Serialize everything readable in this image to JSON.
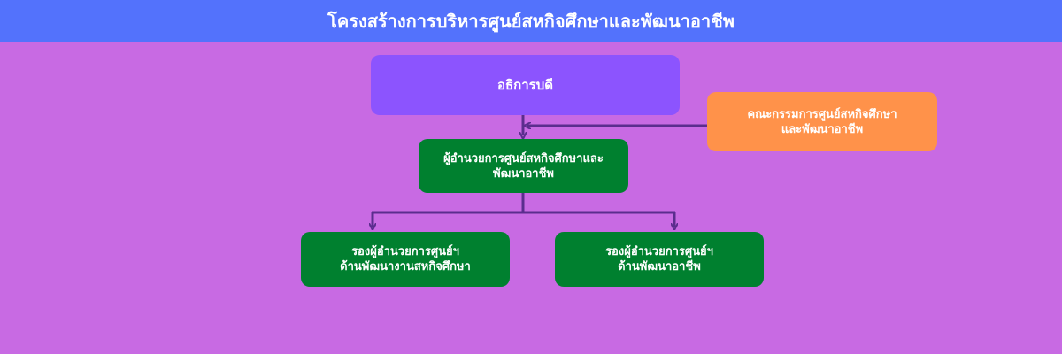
{
  "title": "โครงสร้างการบริหารศูนย์สหกิจศึกษาและพัฒนาอาชีพ",
  "nodes": {
    "director": {
      "lines": [
        "อธิการบดี"
      ]
    },
    "committee": {
      "lines": [
        "คณะกรรมการศูนย์สหกิจศึกษา",
        "และพัฒนาอาชีพ"
      ]
    },
    "head": {
      "lines": [
        "ผู้อำนวยการศูนย์สหกิจศึกษาและ",
        "พัฒนาอาชีพ"
      ]
    },
    "deputy_left": {
      "lines": [
        "รองผู้อำนวยการศูนย์ฯ",
        "ด้านพัฒนางานสหกิจศึกษา"
      ]
    },
    "deputy_right": {
      "lines": [
        "รองผู้อำนวยการศูนย์ฯ",
        "ด้านพัฒนาอาชีพ"
      ]
    }
  },
  "colors": {
    "background": "#c86ae3",
    "header": "#5372fc",
    "director": "#8c54fe",
    "committee": "#ff924a",
    "unit": "#00802f",
    "connector": "#5b2d8e"
  }
}
